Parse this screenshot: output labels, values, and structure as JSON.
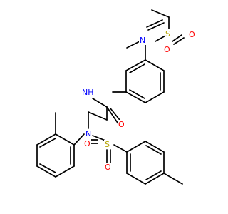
{
  "atoms": [
    {
      "id": "S1",
      "text": "S",
      "color": "#b5a400"
    },
    {
      "id": "O1a",
      "text": "O",
      "color": "#ff0000"
    },
    {
      "id": "O1b",
      "text": "O",
      "color": "#ff0000"
    },
    {
      "id": "N1",
      "text": "N",
      "color": "#0000ff"
    },
    {
      "id": "NH",
      "text": "NH",
      "color": "#0000ff"
    },
    {
      "id": "O3",
      "text": "O",
      "color": "#ff0000"
    },
    {
      "id": "N2",
      "text": "N",
      "color": "#0000ff"
    },
    {
      "id": "S2",
      "text": "S",
      "color": "#b5a400"
    },
    {
      "id": "O2a",
      "text": "O",
      "color": "#ff0000"
    },
    {
      "id": "O2b",
      "text": "O",
      "color": "#ff0000"
    }
  ],
  "colors": {
    "bond": "#000000",
    "nitrogen": "#0000ff",
    "oxygen": "#ff0000",
    "sulfur": "#b5a400",
    "background": "#ffffff"
  }
}
